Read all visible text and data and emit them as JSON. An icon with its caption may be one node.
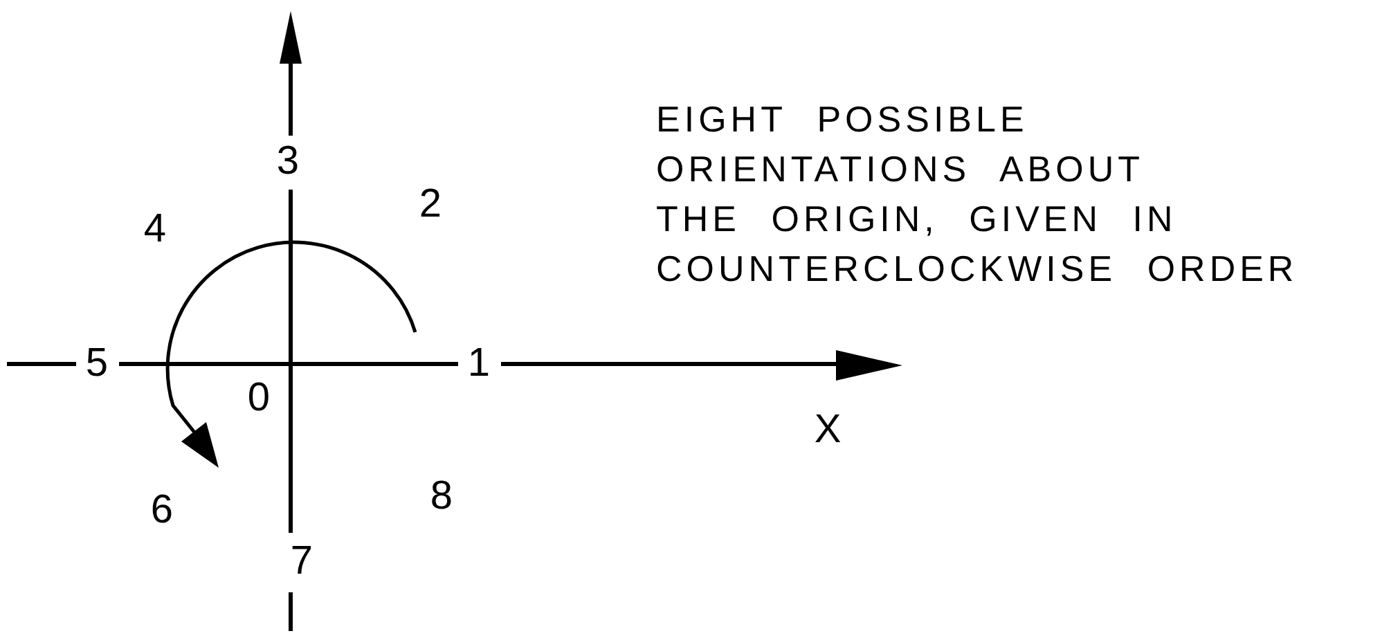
{
  "diagram": {
    "labels": [
      "EIGHT POSSIBLE ORIENTATIONS ABOUT THE ORIGIN, GIVEN IN COUNTERCLOCKWISE ORDER",
      "3",
      "2",
      "4",
      "5",
      "1",
      "0",
      "X",
      "6",
      "8",
      "7"
    ]
  }
}
